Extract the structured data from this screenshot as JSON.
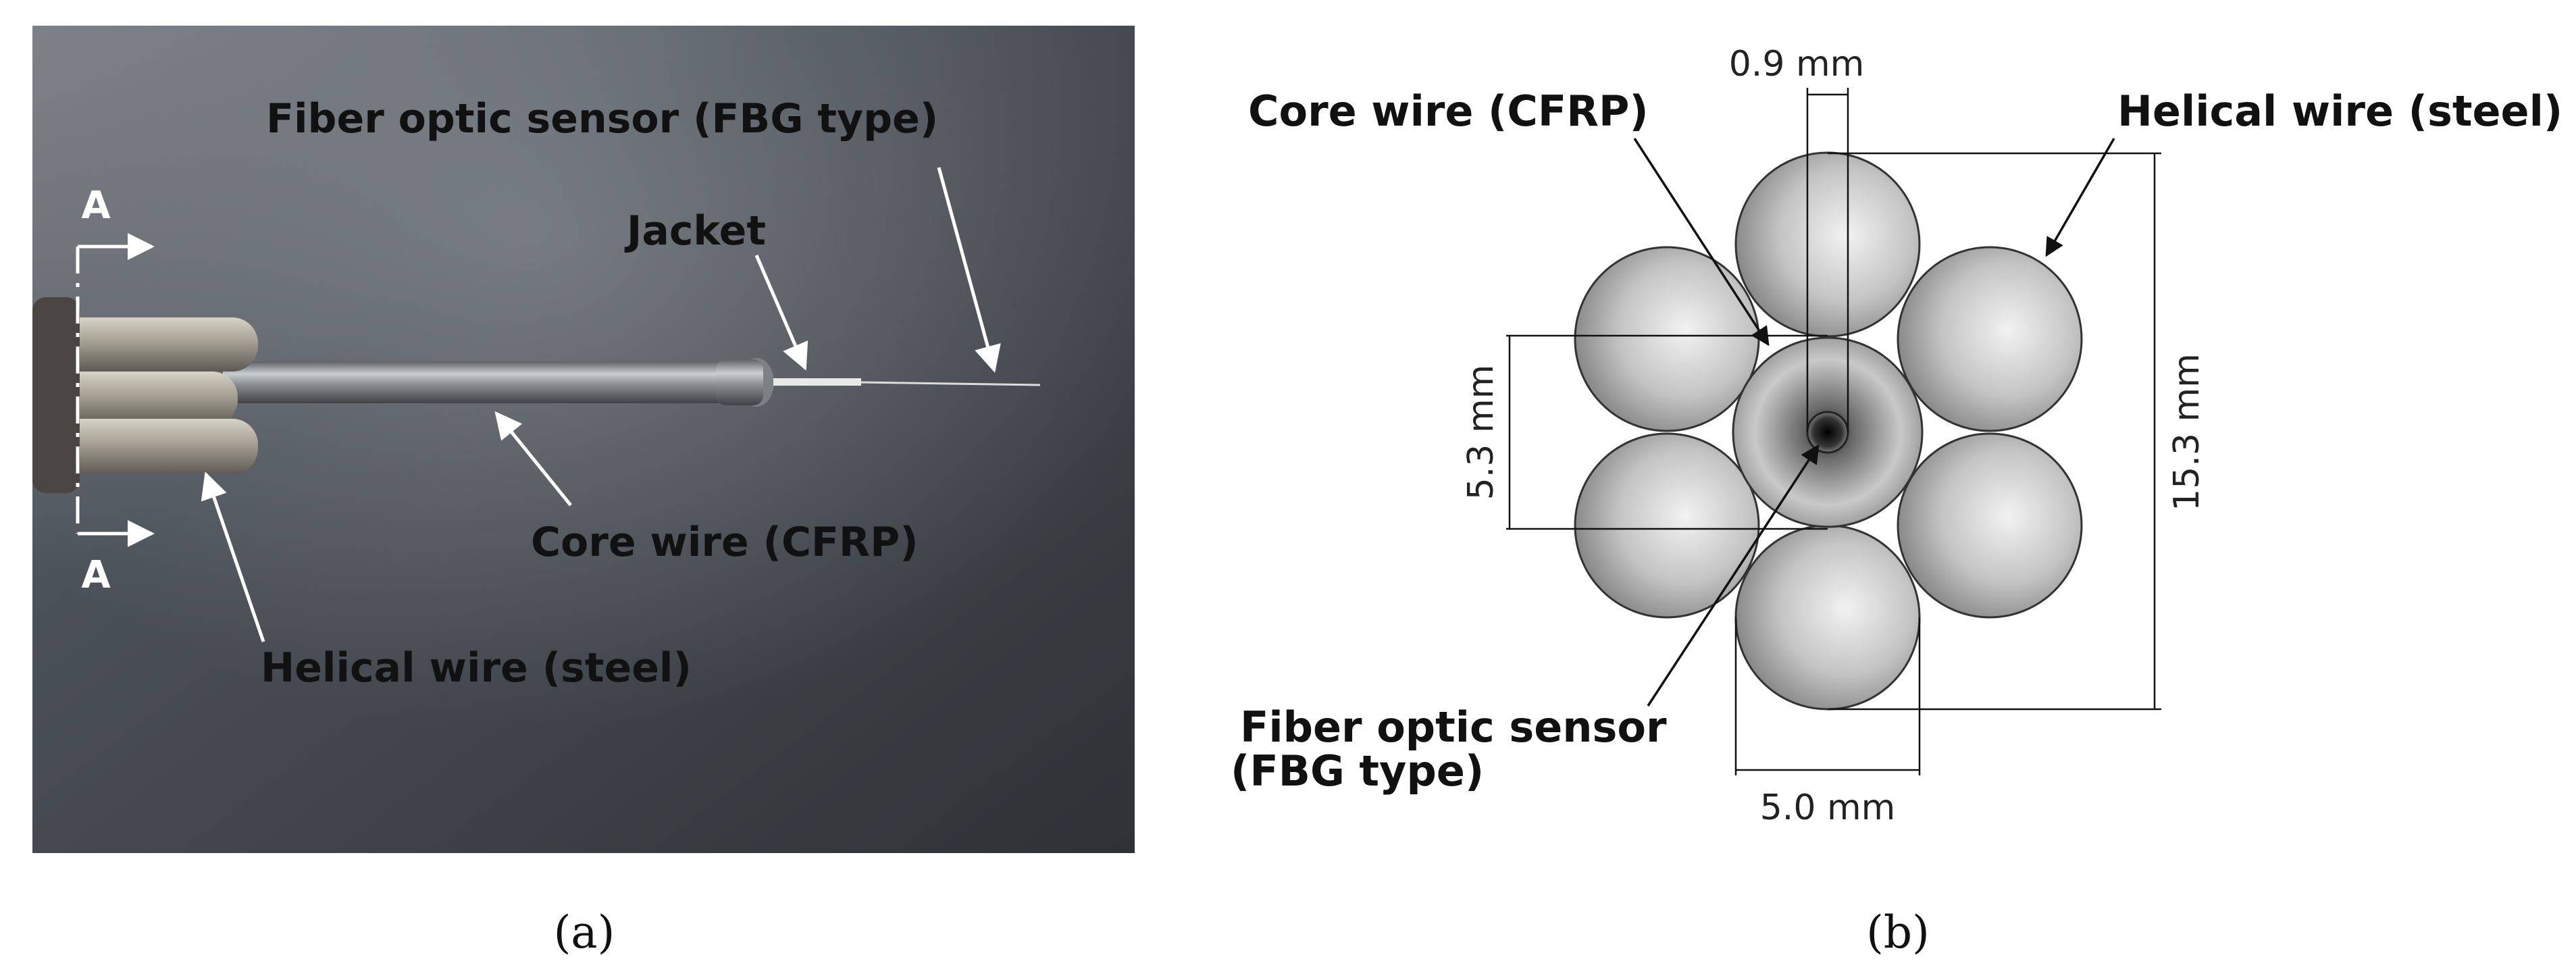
{
  "panel_a": {
    "section_mark_top": "A",
    "section_mark_bottom": "A",
    "label_sensor": "Fiber optic sensor (FBG type)",
    "label_jacket": "Jacket",
    "label_core": "Core wire (CFRP)",
    "label_helical": "Helical wire (steel)",
    "caption": "(a)"
  },
  "panel_b": {
    "label_core": "Core wire (CFRP)",
    "label_helical": "Helical wire (steel)",
    "label_sensor_line1": "Fiber optic sensor",
    "label_sensor_line2": "(FBG type)",
    "dim_fiber": "0.9 mm",
    "dim_core": "5.3 mm",
    "dim_outer": "15.3 mm",
    "dim_helical": "5.0 mm",
    "caption": "(b)"
  },
  "colors": {
    "photo_background": "#3e4349",
    "helical_steel": "#a8a39b",
    "core_rod": "#8f9498",
    "annotation": "#ffffff",
    "drawing_line": "#111111"
  }
}
